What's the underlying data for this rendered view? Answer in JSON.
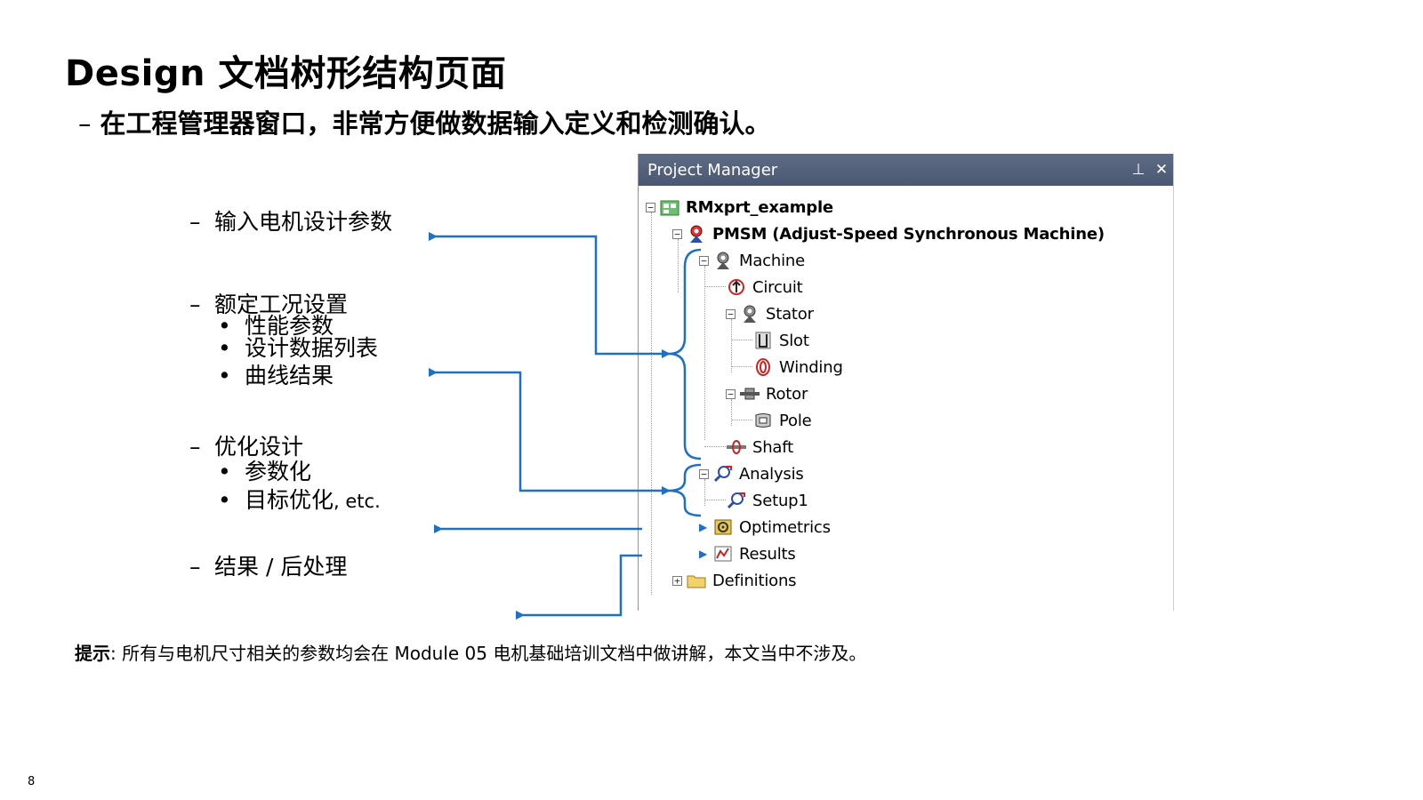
{
  "slide": {
    "title": "Design 文档树形结构页面",
    "subtitle_dash": "–",
    "subtitle": "在工程管理器窗口，非常方便做数据输入定义和检测确认。",
    "page_number": "8"
  },
  "items": {
    "input": {
      "dash": "–",
      "label": "输入电机设计参数"
    },
    "rated": {
      "dash": "–",
      "label": "额定工况设置",
      "bullets": [
        "性能参数",
        "设计数据列表",
        "曲线结果"
      ]
    },
    "optimize": {
      "dash": "–",
      "label": "优化设计",
      "bullets": [
        "参数化",
        "目标优化"
      ],
      "bullet2_suffix": ", etc."
    },
    "results": {
      "dash": "–",
      "label": "结果 / 后处理"
    }
  },
  "bullet_symbol": "•",
  "note": {
    "prefix": "提示",
    "text": ": 所有与电机尺寸相关的参数均会在 Module 05 电机基础培训文档中做讲解，本文当中不涉及。"
  },
  "project_manager": {
    "title": "Project Manager",
    "pin_icon": "pin-icon",
    "close_icon": "close-icon",
    "pin_glyph": "⊥",
    "close_glyph": "✕",
    "expand_glyph_minus": "−",
    "expand_glyph_plus": "+",
    "arrow_glyph": "▶",
    "nodes": {
      "project": "RMxprt_example",
      "design": "PMSM (Adjust-Speed Synchronous Machine)",
      "machine": "Machine",
      "circuit": "Circuit",
      "stator": "Stator",
      "slot": "Slot",
      "winding": "Winding",
      "rotor": "Rotor",
      "pole": "Pole",
      "shaft": "Shaft",
      "analysis": "Analysis",
      "setup": "Setup1",
      "optimetrics": "Optimetrics",
      "results": "Results",
      "definitions": "Definitions"
    }
  },
  "colors": {
    "arrow": "#1f6fc4",
    "header": "#54627c"
  }
}
